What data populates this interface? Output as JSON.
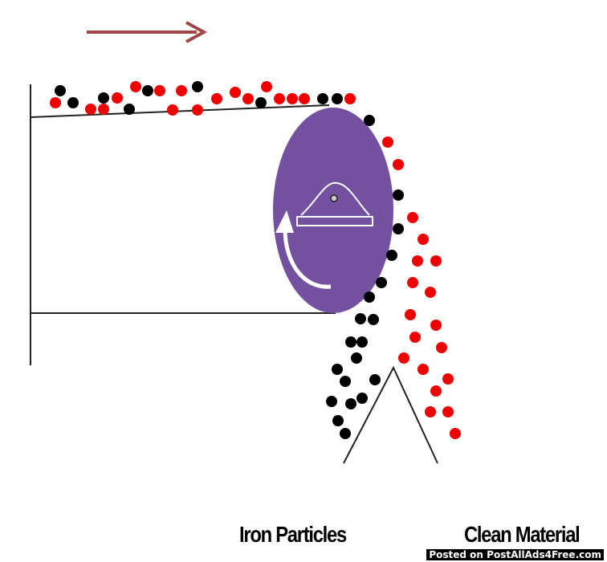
{
  "labels": {
    "iron": "Iron Particles",
    "clean": "Clean Material"
  },
  "watermark": "Posted on PostAllAds4Free.com",
  "colors": {
    "roller": "#7350a0",
    "iron_particle": "#000000",
    "nonferrous_particle": "#ee0000",
    "direction_arrow": "#a04848",
    "line": "#222222"
  },
  "icons": [
    "direction-arrow-icon",
    "rotation-arrow-icon",
    "magnet-icon"
  ]
}
